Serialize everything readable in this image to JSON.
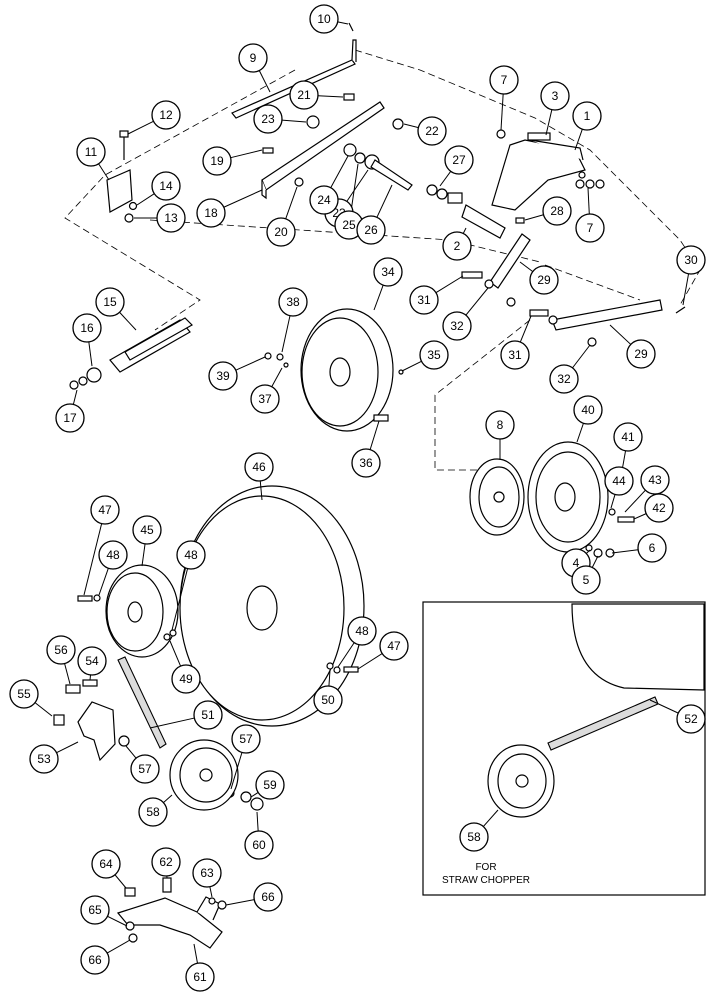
{
  "callouts": [
    "1",
    "2",
    "3",
    "4",
    "5",
    "6",
    "7",
    "7",
    "8",
    "9",
    "10",
    "11",
    "12",
    "13",
    "14",
    "15",
    "16",
    "17",
    "18",
    "19",
    "20",
    "21",
    "22",
    "23",
    "23",
    "24",
    "25",
    "26",
    "27",
    "28",
    "29",
    "29",
    "30",
    "31",
    "31",
    "32",
    "32",
    "34",
    "35",
    "36",
    "37",
    "38",
    "39",
    "40",
    "41",
    "42",
    "43",
    "44",
    "45",
    "46",
    "47",
    "47",
    "48",
    "48",
    "48",
    "49",
    "50",
    "51",
    "52",
    "53",
    "54",
    "55",
    "56",
    "57",
    "57",
    "58",
    "58",
    "59",
    "60",
    "61",
    "62",
    "63",
    "64",
    "65",
    "66",
    "66"
  ],
  "inset": {
    "caption_line1": "FOR",
    "caption_line2": "STRAW CHOPPER"
  },
  "colors": {
    "ink": "#000000",
    "paper": "#ffffff"
  }
}
